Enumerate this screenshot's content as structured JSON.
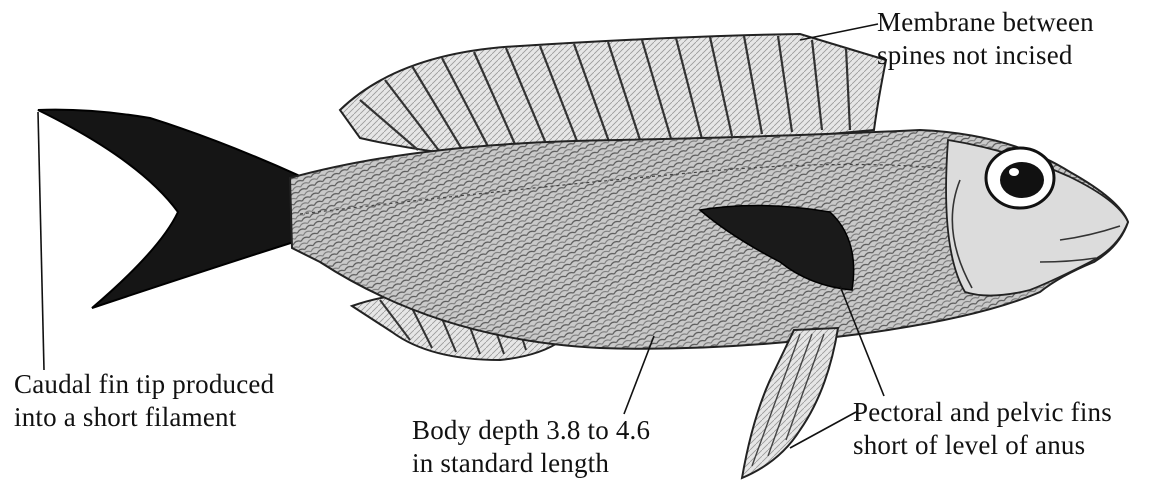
{
  "labels": {
    "membrane": {
      "line1": "Membrane between",
      "line2": "spines not incised"
    },
    "caudal": {
      "line1": "Caudal fin tip produced",
      "line2": "into a short filament"
    },
    "body_depth": {
      "line1": "Body depth 3.8 to 4.6",
      "line2": "in standard length"
    },
    "fins": {
      "line1": "Pectoral and pelvic fins",
      "line2": "short of level of anus"
    }
  },
  "colors": {
    "ink": "#111111",
    "body_fill": "#bdbdbd",
    "dark_fin": "#151515",
    "background": "#ffffff"
  }
}
